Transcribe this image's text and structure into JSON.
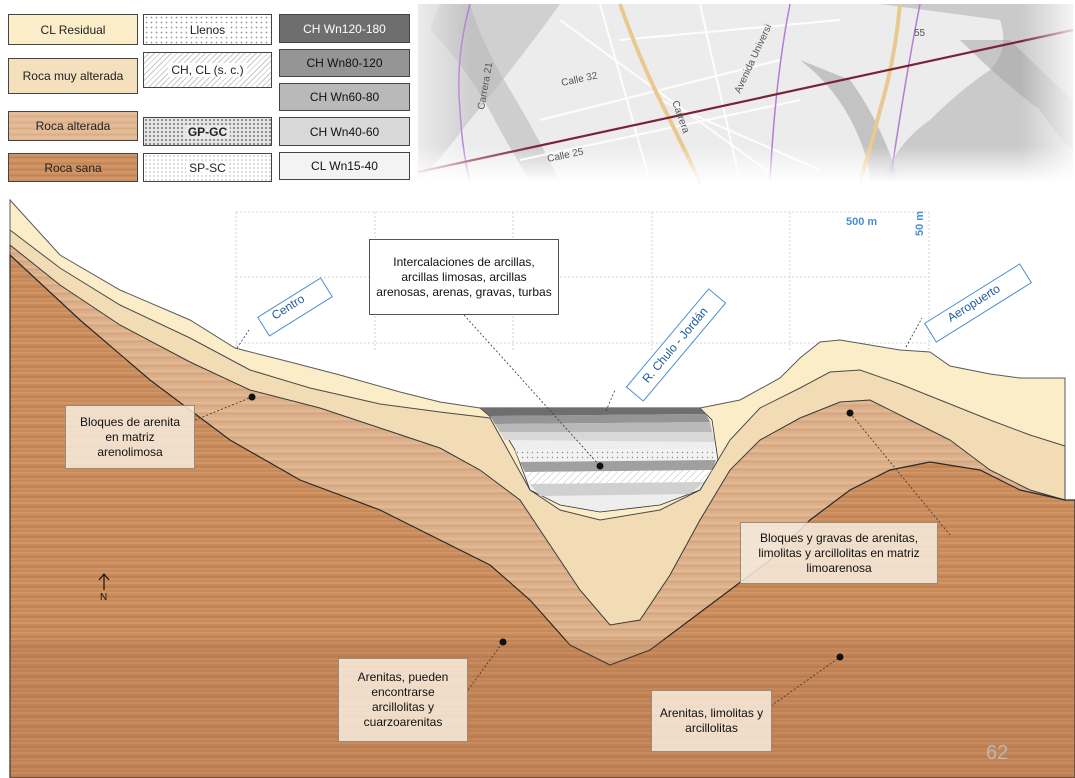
{
  "legend": {
    "col1": [
      "CL Residual",
      "Roca muy alterada",
      "Roca alterada",
      "Roca sana"
    ],
    "col2": [
      "Llenos",
      "CH, CL (s. c.)",
      "GP-GC",
      "SP-SC"
    ],
    "col3": [
      "CH Wn120-180",
      "CH Wn80-120",
      "CH Wn60-80",
      "CH Wn40-60",
      "CL Wn15-40"
    ]
  },
  "map": {
    "streets": [
      "Carrera 21",
      "Calle 32",
      "Carrera",
      "Calle 25",
      "Avenida Universi",
      "55"
    ]
  },
  "scale": {
    "horizontal": "500 m",
    "vertical": "50 m"
  },
  "places": {
    "centro": "Centro",
    "rio": "R. Chulo - Jordán",
    "aeropuerto": "Aeropuerto"
  },
  "labels": {
    "intercalaciones": "Intercalaciones de arcillas, arcillas limosas, arcillas arenosas, arenas, gravas, turbas",
    "bloques_arenita": "Bloques de arenita en matriz arenolimosa",
    "bloques_gravas": "Bloques y gravas de arenitas, limolitas y arcillolitas en matriz limoarenosa",
    "arenitas_cuarzo": "Arenitas, pueden encontrarse arcillolitas y cuarzoarenitas",
    "arenitas_limolitas": "Arenitas, limolitas y arcillolitas"
  },
  "north": "N",
  "page_number": "62",
  "colors": {
    "cl_residual": "#fbedc8",
    "roca_muy_alterada": "#f4e0bd",
    "roca_alterada": "#dfb48f",
    "roca_sana": "#c98a5a",
    "sky": "#ffffff",
    "accent_blue": "#4a8fd0"
  }
}
